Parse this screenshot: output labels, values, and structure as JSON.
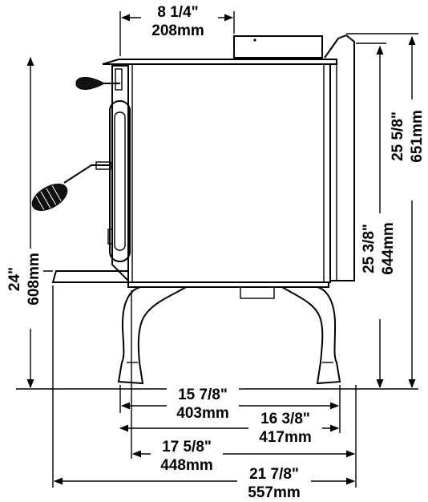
{
  "colors": {
    "line": "#000000",
    "background": "#ffffff"
  },
  "dimensions": {
    "flue_offset": {
      "imperial": "8 1/4\"",
      "metric": "208mm"
    },
    "overall_height": {
      "imperial": "25 5/8\"",
      "metric": "651mm"
    },
    "flue_height": {
      "imperial": "25 3/8\"",
      "metric": "644mm"
    },
    "hearth_height": {
      "imperial": "24\"",
      "metric": "608mm"
    },
    "leg_span": {
      "imperial": "15 7/8\"",
      "metric": "403mm"
    },
    "foot_span": {
      "imperial": "16 3/8\"",
      "metric": "417mm"
    },
    "body_depth": {
      "imperial": "17 5/8\"",
      "metric": "448mm"
    },
    "overall_depth": {
      "imperial": "21 7/8\"",
      "metric": "557mm"
    }
  }
}
